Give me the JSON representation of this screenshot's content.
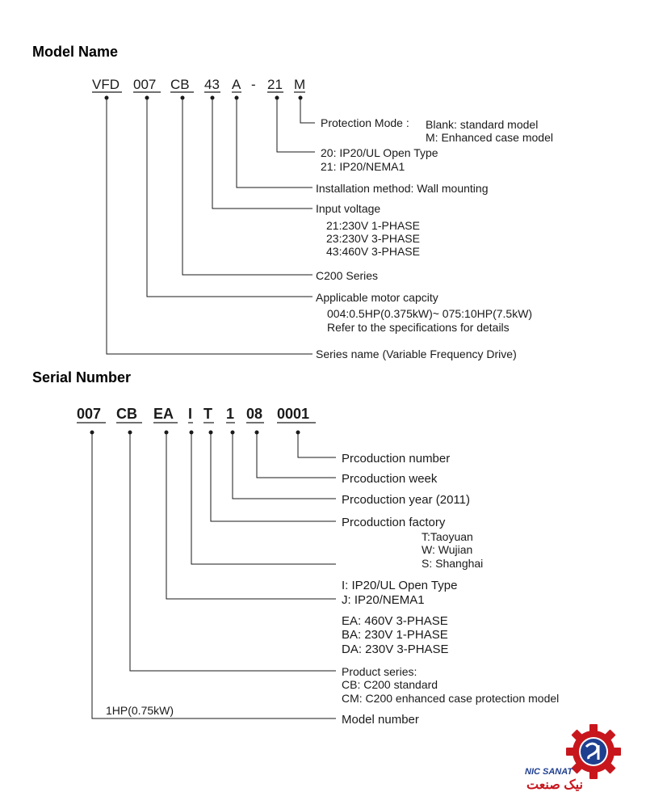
{
  "model": {
    "heading": "Model Name",
    "parts": [
      "VFD",
      "007",
      "CB",
      "43",
      "A",
      "-",
      "21",
      "M"
    ],
    "protection_label": "Protection Mode :",
    "protection_blank": "Blank: standard model",
    "protection_m": "M: Enhanced case model",
    "type_20": "20:  IP20/UL Open Type",
    "type_21": "21:  IP20/NEMA1",
    "install": "Installation method: Wall mounting",
    "voltage_label": "Input voltage",
    "voltage_21": "21:230V 1-PHASE",
    "voltage_23": "23:230V 3-PHASE",
    "voltage_43": "43:460V 3-PHASE",
    "series": "C200 Series",
    "capacity_label": "Applicable  motor  capcity",
    "capacity_range": "004:0.5HP(0.375kW)~ 075:10HP(7.5kW)",
    "capacity_ref": "Refer to the specifications for details",
    "series_name": "Series name (Variable Frequency Drive)"
  },
  "serial": {
    "heading": "Serial Number",
    "parts": [
      "007",
      "CB",
      "EA",
      "I",
      "T",
      "1",
      "08",
      "0001"
    ],
    "production_number": "Prcoduction number",
    "production_week": "Prcoduction week",
    "production_year": "Prcoduction year (2011)",
    "production_factory": "Prcoduction factory",
    "factory_t": "T:Taoyuan",
    "factory_w": "W: Wujian",
    "factory_s": "S: Shanghai",
    "type_i": "I: IP20/UL Open Type",
    "type_j": "J: IP20/NEMA1",
    "volt_ea": "EA: 460V 3-PHASE",
    "volt_ba": "BA: 230V 1-PHASE",
    "volt_da": "DA: 230V 3-PHASE",
    "product_series_label": "Product series:",
    "product_cb": "CB: C200 standard",
    "product_cm": "CM: C200 enhanced case protection model",
    "model_hp": "1HP(0.75kW)",
    "model_number": "Model number"
  },
  "logo": {
    "name_en": "NIC SANAT",
    "name_fa": "نیک صنعت",
    "colors": {
      "red": "#c8161d",
      "blue": "#1f3f8f"
    }
  }
}
